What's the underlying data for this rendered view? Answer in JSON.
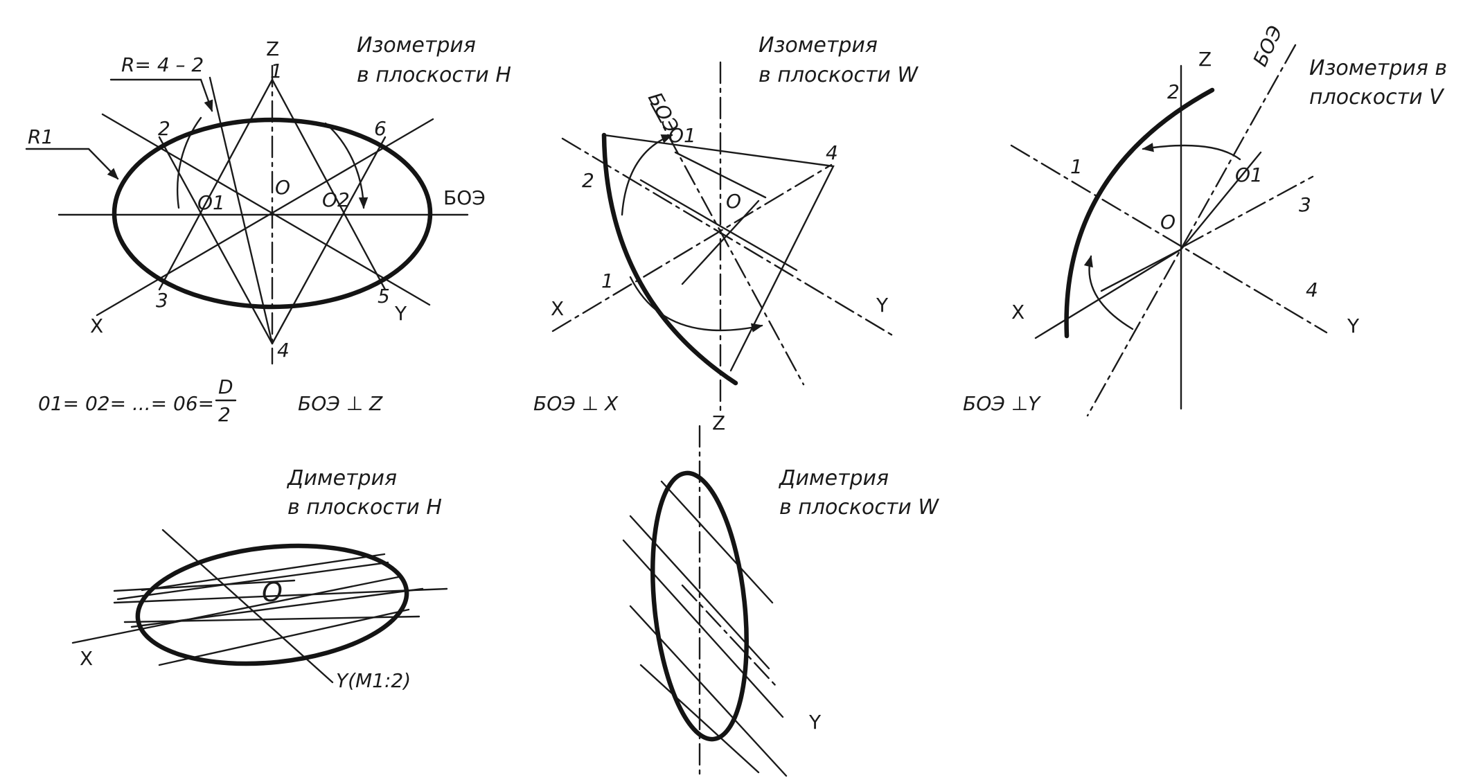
{
  "captions": {
    "iso_h_1": "Изометрия",
    "iso_h_2": "в плоскости H",
    "iso_w_1": "Изометрия",
    "iso_w_2": "в плоскости W",
    "iso_v_1": "Изометрия в",
    "iso_v_2": "плоскости V",
    "dim_h_1": "Диметрия",
    "dim_h_2": "в плоскости H",
    "dim_w_1": "Диметрия",
    "dim_w_2": "в плоскости W"
  },
  "iso_h": {
    "z": "Z",
    "x": "X",
    "y": "Y",
    "boe": "БОЭ",
    "radius_big": "R= 4 – 2",
    "radius_small": "R1",
    "p1": "1",
    "p2": "2",
    "p3": "3",
    "p4": "4",
    "p5": "5",
    "p6": "6",
    "o": "O",
    "o1": "O1",
    "o2": "O2",
    "formula_left": "01= 02= ...= 06=",
    "formula_num": "D",
    "formula_den": "2",
    "perp": "БОЭ ⊥ Z"
  },
  "iso_w": {
    "z": "Z",
    "x": "X",
    "y": "Y",
    "boe": "БОЭ",
    "p1": "1",
    "p2": "2",
    "p4": "4",
    "o": "O",
    "o1": "O1",
    "perp": "БОЭ ⊥ X"
  },
  "iso_v": {
    "z": "Z",
    "x": "X",
    "y": "Y",
    "boe": "БОЭ",
    "p1": "1",
    "p2": "2",
    "p3": "3",
    "p4": "4",
    "o": "O",
    "o1": "O1",
    "perp": "БОЭ ⊥Y"
  },
  "dim_h": {
    "o": "O",
    "x": "X",
    "y": "Y(M1:2)"
  },
  "dim_w": {
    "y": "Y"
  },
  "colors": {
    "ink": "#1a1a1a",
    "paper": "#ffffff"
  }
}
